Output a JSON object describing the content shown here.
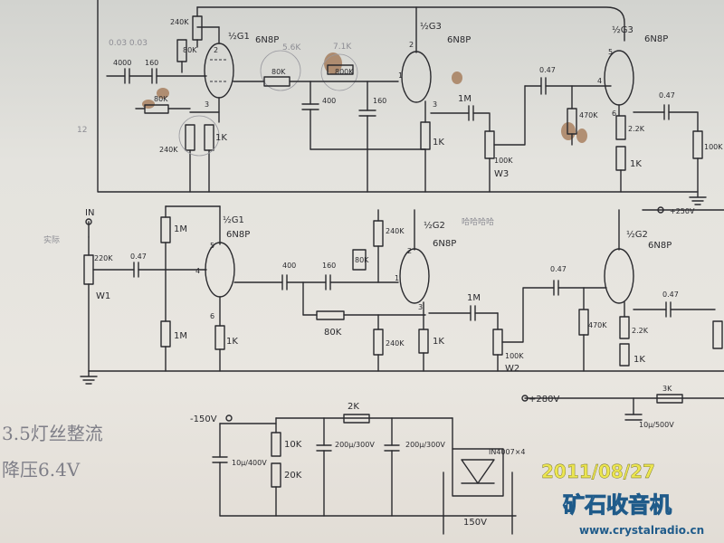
{
  "labels": {
    "r_240k_top": "240K",
    "r_80k_top": "80K",
    "tube_v1_top": "½G1",
    "tube_v1_top_type": "6N8P",
    "pin_2_top": "2",
    "cap_4000": "4000",
    "cap_160_top": "160",
    "r_80k_grid": "80K",
    "pencil_values": "0.03 0.03",
    "pin_3_top": "3",
    "r_240k_cath": "240K",
    "r_1k_cath_top": "1K",
    "r_56k_pencil": "5.6K",
    "r_80k_mid": "80K",
    "r_7_1k_pencil": "7.1K",
    "r_800k": "800K",
    "cap_400_top": "400",
    "cap_160_mid": "160",
    "tube_v2_top": "½G3",
    "tube_v2_top_type": "6N8P",
    "pin_2_v2": "2",
    "pin_1_v2": "1",
    "pin_3_v2": "3",
    "cap_1m_top": "1M",
    "r_1k_v2": "1K",
    "pot_100k_top": "100K",
    "pot_w3": "W3",
    "tube_v3_top": "½G3",
    "tube_v3_top_type": "6N8P",
    "pin_5_v3": "5",
    "pin_4_v3": "4",
    "pin_6_v3": "6",
    "cap_047_top_in": "0.47",
    "cap_047_top_out": "0.47",
    "r_470k_top": "470K",
    "r_22k_top": "2.2K",
    "r_1k_v3": "1K",
    "r_100k_right": "100K",
    "in_label": "IN",
    "b_plus_top": "+250V",
    "pot_220k": "220K",
    "cap_047_in": "0.47",
    "pot_w1": "W1",
    "r_1m_grid": "1M",
    "r_1m_low": "1M",
    "tube_v1_bot": "½G1",
    "tube_v1_bot_type": "6N8P",
    "pin_5_bot": "5",
    "pin_4_bot": "4",
    "pin_6_bot": "6",
    "r_1k_bot": "1K",
    "cap_400_bot": "400",
    "cap_160_bot": "160",
    "r_80k_bot_box": "80K",
    "r_80k_bot": "80K",
    "r_240k_bot_plate": "240K",
    "r_240k_bot_grid": "240K",
    "tube_v2_bot": "½G2",
    "tube_v2_bot_type": "6N8P",
    "pin_1_bot": "1",
    "pin_2_bot": "2",
    "pin_3_bot": "3",
    "r_1k_v2_bot": "1K",
    "cap_1m_bot": "1M",
    "pot_100k_bot": "100K",
    "pot_w2": "W2",
    "tube_v3_bot": "½G2",
    "tube_v3_bot_type": "6N8P",
    "cap_047_bot_in": "0.47",
    "cap_047_bot_out": "0.47",
    "r_470k_bot": "470K",
    "r_22k_bot": "2.2K",
    "r_1k_v3_bot": "1K",
    "b_plus_280": "+280V",
    "r_3k": "3K",
    "cap_10u": "10μ/500V",
    "neg_150v": "-150V",
    "r_2k": "2K",
    "pot_10k": "10K",
    "r_20k": "20K",
    "cap_10u_400v": "10μ/400V",
    "cap_200u_a": "200μ/300V",
    "cap_200u_b": "200μ/300V",
    "diode_label": "IN4007×4",
    "rect_150v": "150V",
    "ref_12": "12"
  },
  "handwriting": {
    "line1": "3.5灯丝整流",
    "line2": "降压6.4V",
    "pencil_note_top": "哈哈哈哈",
    "pencil_note_left": "实际"
  },
  "watermark": {
    "date": "2011/08/27",
    "site_cn": "矿石收音机",
    "site_url": "www.crystalradio.cn"
  }
}
